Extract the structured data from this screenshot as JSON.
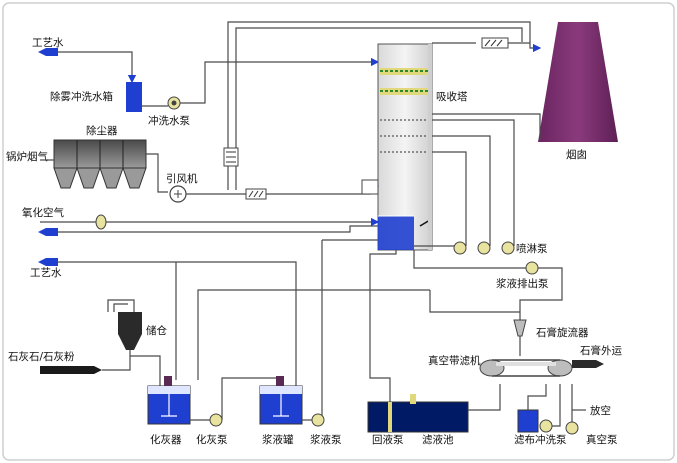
{
  "labels": {
    "process_water_top": "工艺水",
    "mist_wash_tank": "除雾冲洗水箱",
    "wash_pump": "冲洗水泵",
    "dust_collector": "除尘器",
    "boiler_flue_gas": "锅炉烟气",
    "induced_fan": "引风机",
    "oxidizing_air": "氧化空气",
    "process_water_mid": "工艺水",
    "absorber": "吸收塔",
    "chimney": "烟囱",
    "spray_pump": "喷淋泵",
    "slurry_discharge_pump": "浆液排出泵",
    "storage_silo": "储仓",
    "limestone": "石灰石/石灰粉",
    "gypsum_cyclone": "石膏旋流器",
    "gypsum_out": "石膏外运",
    "vacuum_belt_filter": "真空带滤机",
    "vent": "放空",
    "slaking_tank": "化灰器",
    "slaking_pump": "化灰泵",
    "slurry_tank": "浆液罐",
    "slurry_pump": "浆液泵",
    "return_pump": "回液泵",
    "filtrate_tank": "滤液池",
    "cloth_wash_pump": "滤布冲洗泵",
    "vacuum_pump": "真空泵"
  },
  "colors": {
    "tank_blue": "#1f3fd0",
    "chimney": "#7a2d6e",
    "pump_yellow": "#e8e4a0",
    "pipe": "#4a4a4a",
    "arrow_blue": "#1f3fd0",
    "silo_dark": "#2a2a2a"
  }
}
